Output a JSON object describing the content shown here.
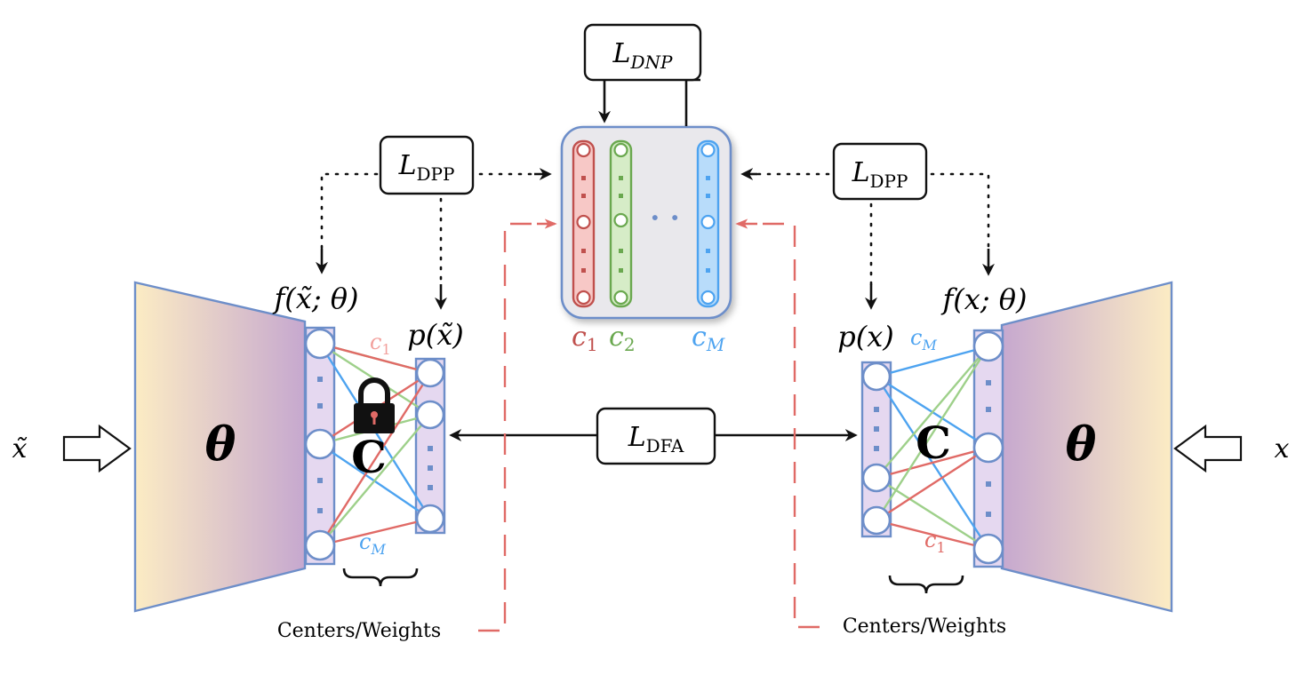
{
  "colors": {
    "red": "#c0504d",
    "green": "#6aa84f",
    "blue": "#4da3f0",
    "layer_fill": "#e5d8f0",
    "layer_stroke": "#6d8ec9",
    "dashed_red": "#e06a66"
  },
  "labels": {
    "x_tilde": "x̃",
    "x": "x",
    "theta": "θ",
    "f_left": "f(x̃; θ)",
    "f_right": "f(x; θ)",
    "p_left": "p(x̃)",
    "p_right": "p(x)",
    "C": "C",
    "centers_weights": "Centers/Weights",
    "c1": "c",
    "c1_sub": "1",
    "c2": "c",
    "c2_sub": "2",
    "cM": "c",
    "cM_sub": "M",
    "ellipsis": "· ·"
  },
  "losses": {
    "dnp": {
      "main": "L",
      "sub": "DNP"
    },
    "dpp_left": {
      "main": "L",
      "sub": "DPP"
    },
    "dpp_right": {
      "main": "L",
      "sub": "DPP"
    },
    "dfa": {
      "main": "L",
      "sub": "DFA"
    }
  },
  "icons": {
    "lock": "lock-icon"
  }
}
